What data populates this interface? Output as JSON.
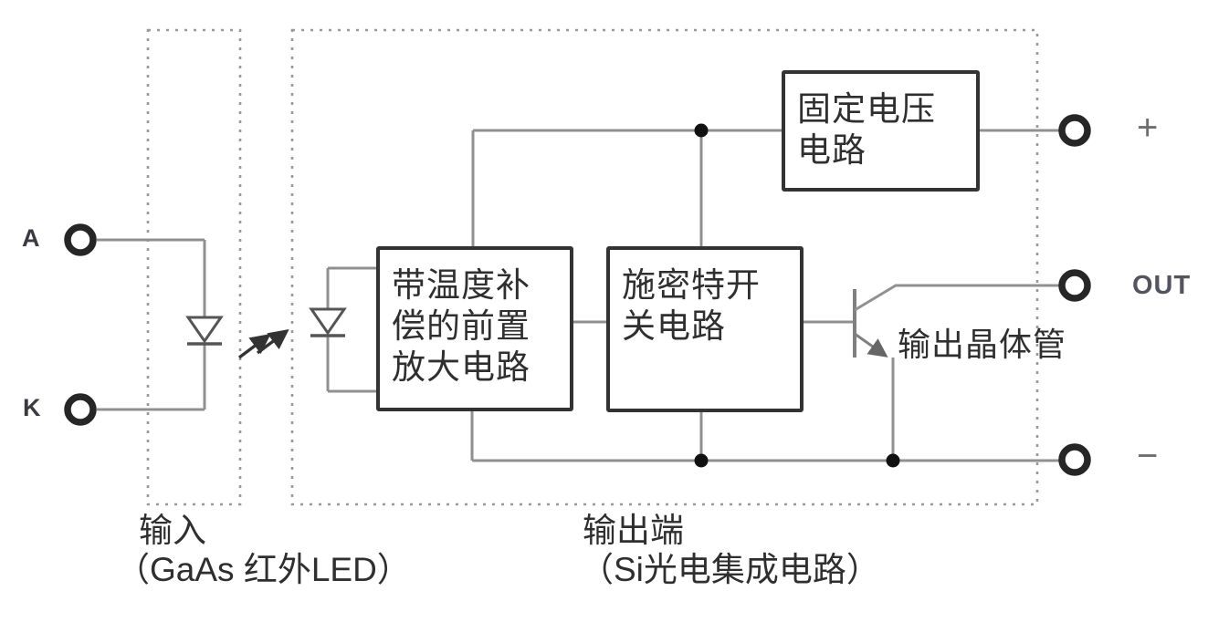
{
  "diagram": {
    "terminals": {
      "a_label": "A",
      "k_label": "K",
      "plus_label": "+",
      "out_label": "OUT",
      "minus_label": "−"
    },
    "blocks": {
      "preamp_label": "带温度补\n偿的前置\n放大电路",
      "schmitt_label": "施密特开\n关电路",
      "fixed_voltage_label": "固定电压\n电路"
    },
    "annotations": {
      "output_transistor": "输出晶体管",
      "input_title": "输入",
      "input_subtitle": "（GaAs 红外LED）",
      "output_title": "输出端",
      "output_subtitle": "（Si光电集成电路）"
    },
    "colors": {
      "wire": "#909090",
      "block_border": "#333333",
      "dashed_border": "#999999",
      "terminal_ring": "#262626",
      "junction_dot": "#111111",
      "diode_stroke": "#555555",
      "text": "#2f2f2f"
    }
  }
}
